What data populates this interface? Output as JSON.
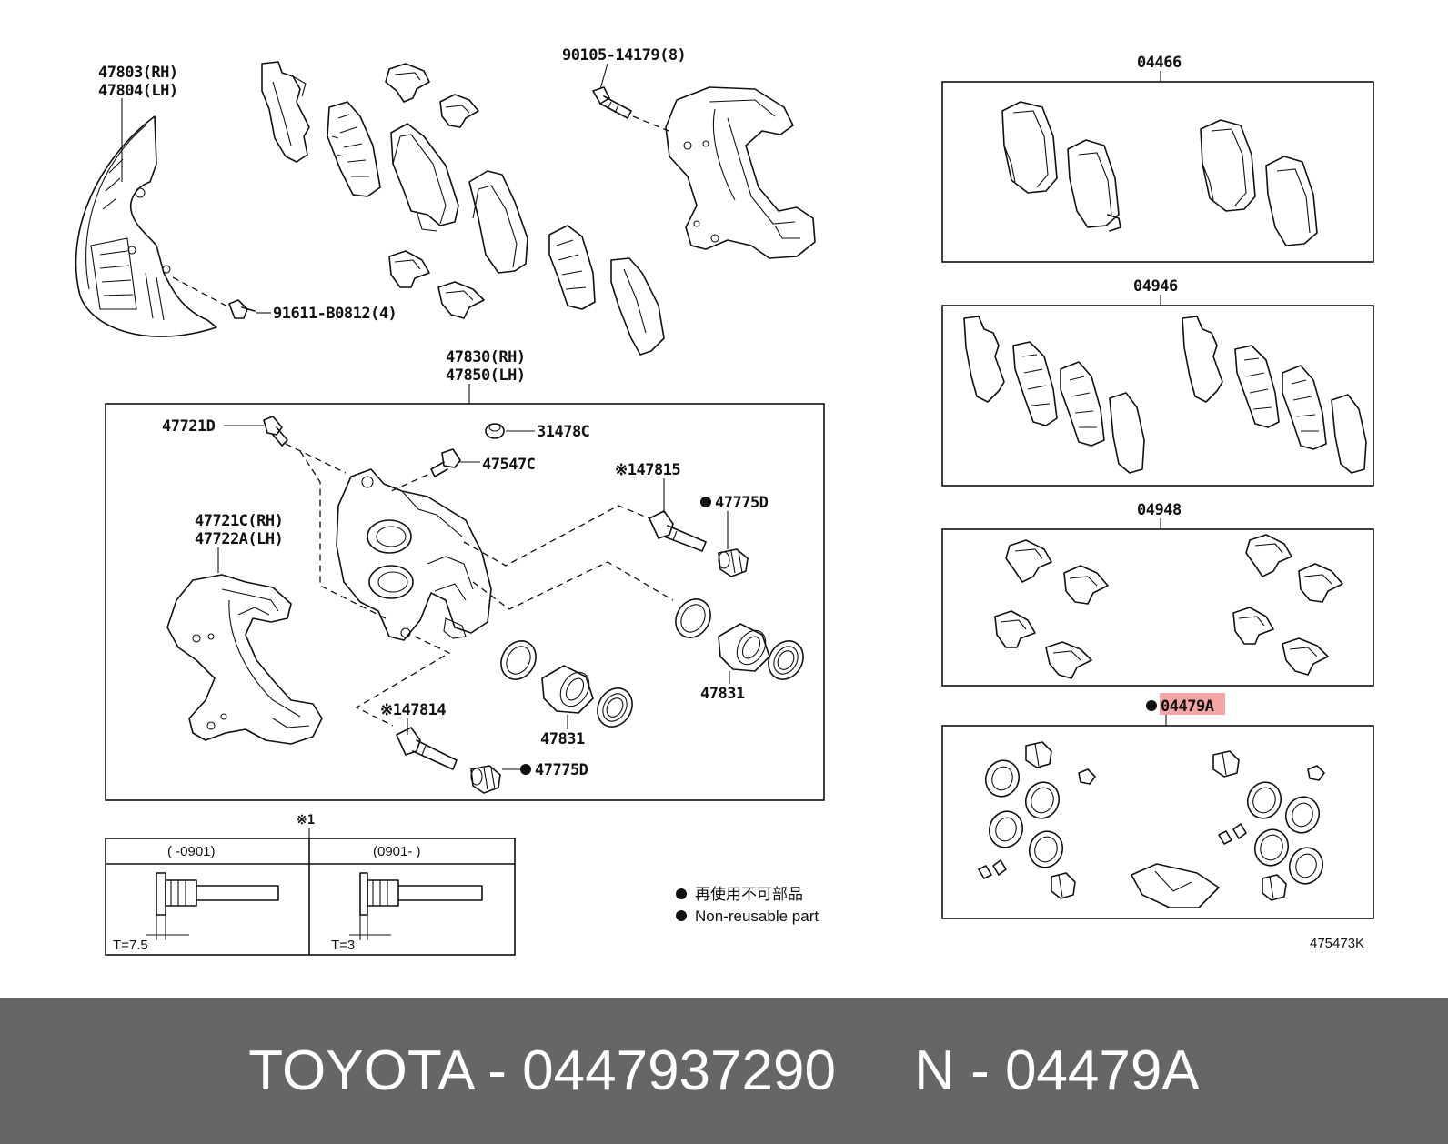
{
  "labels": {
    "shield_rh": "47803(RH)",
    "shield_lh": "47804(LH)",
    "bolt_top": "90105-14179(8)",
    "screw_shield": "91611-B0812(4)",
    "caliper_rh": "47830(RH)",
    "caliper_lh": "47850(LH)",
    "bleeder": "47721D",
    "cap": "31478C",
    "bleeder2": "47547C",
    "pin_upper": "※147815",
    "boot_upper": "47775D",
    "mount_rh": "47721C(RH)",
    "mount_lh": "47722A(LH)",
    "piston_right": "47831",
    "piston_center": "47831",
    "pin_lower": "※147814",
    "boot_lower": "47775D"
  },
  "kits": {
    "pad_kit": "04466",
    "shim_kit": "04946",
    "clip_kit": "04948",
    "seal_kit": "04479A"
  },
  "detail": {
    "note_mark": "※1",
    "col_left": "(    -0901)",
    "col_right": "(0901-    )",
    "t_left": "T=7.5",
    "t_right": "T=3"
  },
  "legend": {
    "jp": "再使用不可部品",
    "en": "Non-reusable part"
  },
  "diagram_code": "475473K",
  "footer": {
    "brand": "TOYOTA",
    "part_number": "0447937290",
    "prefix": "N",
    "ref": "04479A",
    "text": "TOYOTA - 0447937290     N - 04479A"
  },
  "colors": {
    "highlight": "#f4a6a6",
    "footer_bg": "#666666",
    "footer_text": "#ffffff"
  }
}
